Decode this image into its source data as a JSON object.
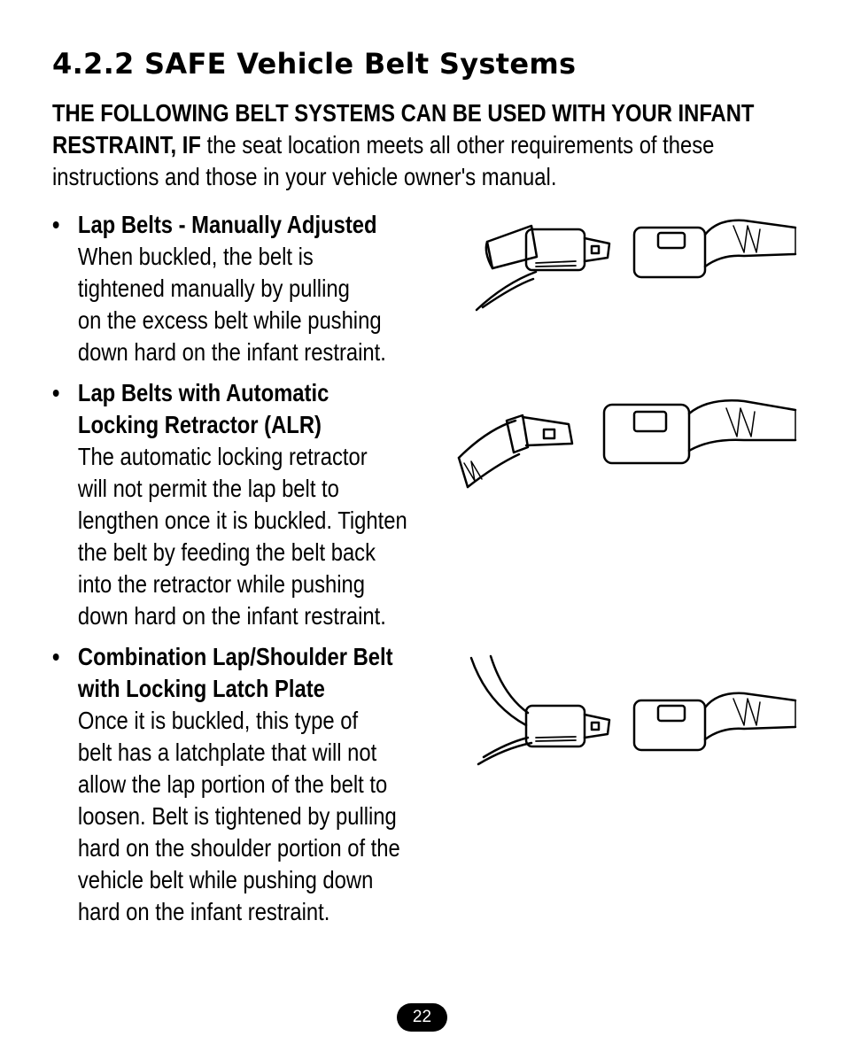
{
  "heading": "4.2.2 SAFE Vehicle Belt Systems",
  "intro": {
    "lead": "THE FOLLOWING BELT SYSTEMS CAN BE USED WITH YOUR INFANT RESTRAINT, IF",
    "rest": " the seat location meets all other requirements of these instructions and those in your vehicle owner's manual."
  },
  "sections": [
    {
      "title": "Lap Belts - Manually Adjusted",
      "body": "When buckled, the belt is\ntightened manually by pulling\non the excess belt while pushing\ndown hard on the infant restraint."
    },
    {
      "title": "Lap Belts with Automatic\nLocking Retractor (ALR)",
      "body": "The automatic locking retractor\nwill not permit the lap belt to\nlengthen once it is buckled. Tighten\nthe belt by feeding the belt back\ninto the retractor while pushing\ndown hard on the infant restraint."
    },
    {
      "title": "Combination Lap/Shoulder Belt\nwith Locking Latch Plate",
      "body": "Once it is buckled, this type of\nbelt has a latchplate that will not\nallow the lap portion of the belt to\nloosen. Belt is tightened by pulling\nhard on the shoulder portion of the\nvehicle belt while pushing down\nhard on the infant restraint."
    }
  ],
  "bullet_glyph": "•",
  "page_number": "22"
}
